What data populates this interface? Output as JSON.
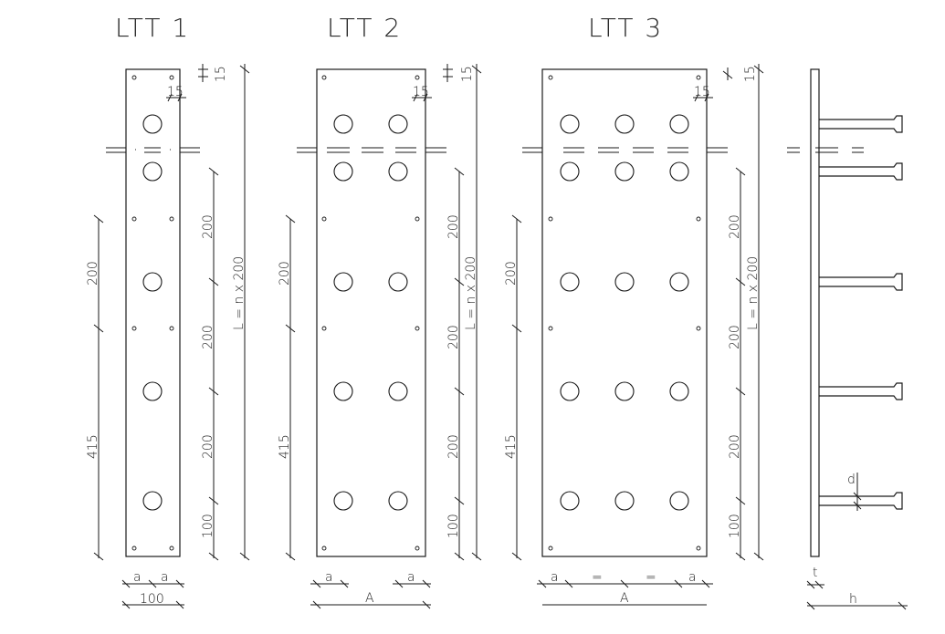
{
  "drawing": {
    "titles": {
      "ltt1": "LTT  1",
      "ltt2": "LTT  2",
      "ltt3": "LTT  3"
    },
    "dims": {
      "top_edge": "15",
      "top_overall": "15",
      "spacing_200": "200",
      "end_100": "100",
      "side_200": "200",
      "side_415": "415",
      "length_formula": "L = n x 200",
      "width_ltt1": "100",
      "edge_a": "a",
      "width_A": "A",
      "equal": "=",
      "thickness_t": "t",
      "height_h": "h",
      "diameter_d": "d"
    },
    "views": [
      {
        "id": "ltt1",
        "stud_columns": 1
      },
      {
        "id": "ltt2",
        "stud_columns": 2
      },
      {
        "id": "ltt3",
        "stud_columns": 3
      },
      {
        "id": "side",
        "studs": 5
      }
    ],
    "colors": {
      "line": "#1a1a1a",
      "background": "#ffffff"
    }
  }
}
